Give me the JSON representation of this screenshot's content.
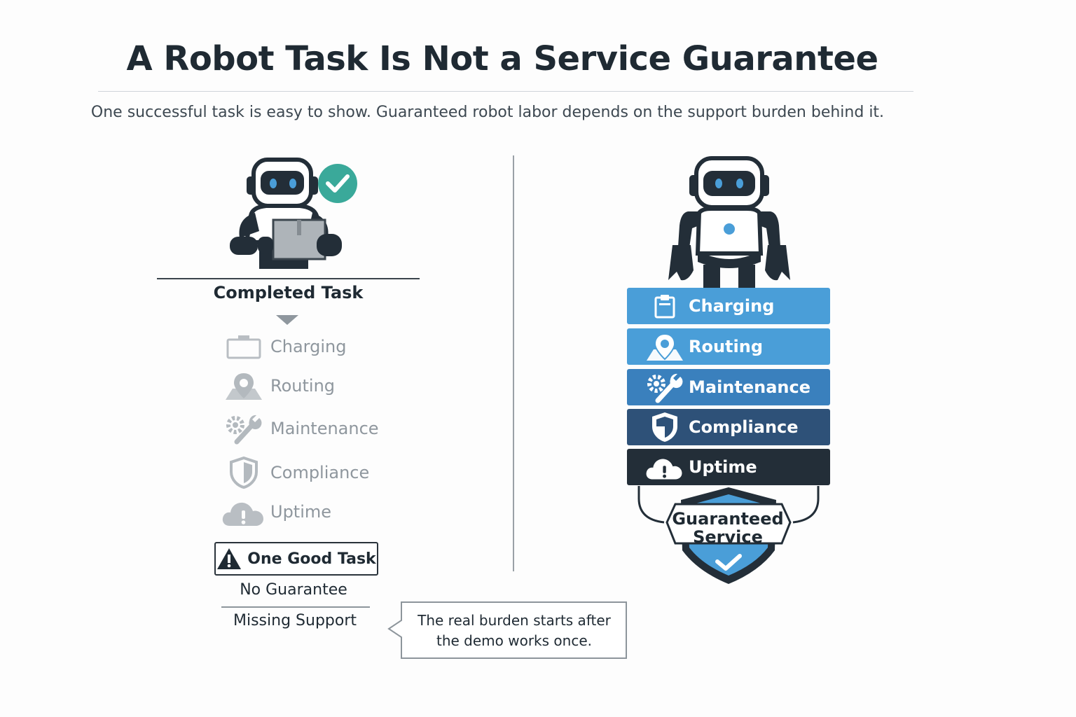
{
  "title": "A Robot Task Is Not a Service Guarantee",
  "subtitle": "One successful task is easy to show. Guaranteed robot labor depends on the support burden behind it.",
  "left": {
    "label": "Completed Task",
    "items": [
      {
        "label": "Charging",
        "icon": "battery-icon"
      },
      {
        "label": "Routing",
        "icon": "map-pin-icon"
      },
      {
        "label": "Maintenance",
        "icon": "gear-wrench-icon"
      },
      {
        "label": "Compliance",
        "icon": "shield-icon"
      },
      {
        "label": "Uptime",
        "icon": "cloud-alert-icon"
      }
    ],
    "warning_label": "One Good Task",
    "no_guarantee": "No Guarantee",
    "missing_support": "Missing Support",
    "callout_line1": "The real burden starts after",
    "callout_line2": "the demo works once."
  },
  "right": {
    "items": [
      {
        "label": "Charging",
        "icon": "clipboard-icon",
        "color": "#4a9ed8"
      },
      {
        "label": "Routing",
        "icon": "map-pin-icon",
        "color": "#4a9ed8"
      },
      {
        "label": "Maintenance",
        "icon": "gear-wrench-icon",
        "color": "#3a80bd"
      },
      {
        "label": "Compliance",
        "icon": "shield-icon",
        "color": "#2e5178"
      },
      {
        "label": "Uptime",
        "icon": "cloud-alert-icon",
        "color": "#232e38"
      }
    ],
    "shield_line1": "Guaranteed",
    "shield_line2": "Service"
  },
  "colors": {
    "accent_blue": "#4a9ed8",
    "check_teal": "#3aa99a",
    "dark": "#232e38",
    "ghost_gray": "#b9bec3"
  }
}
